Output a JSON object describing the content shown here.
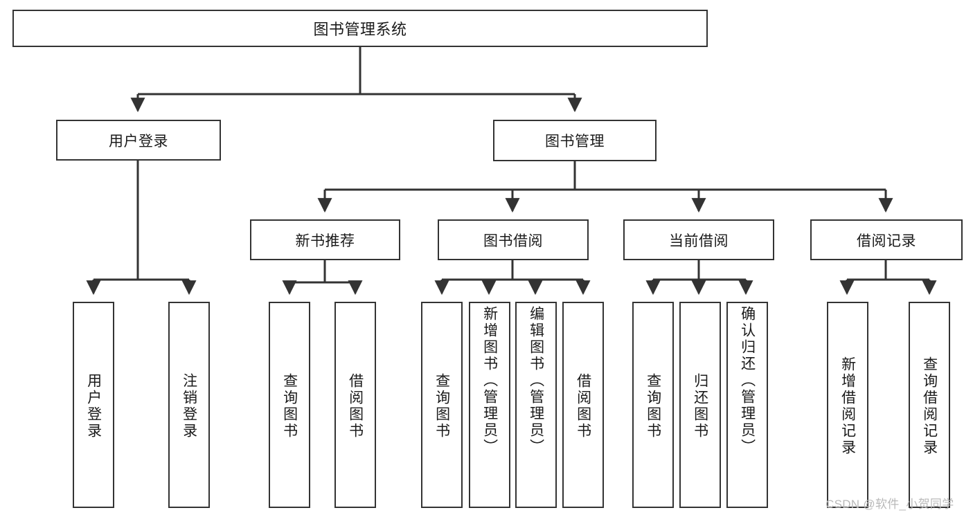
{
  "diagram": {
    "title": "图书管理系统",
    "type": "tree-hierarchy-diagram",
    "colors": {
      "background": "#ffffff",
      "box_border": "#333333",
      "box_fill": "#ffffff",
      "text": "#1a1a1a",
      "connector": "#333333",
      "watermark": "#b9b9b9"
    },
    "root": {
      "label": "图书管理系统"
    },
    "level2": [
      {
        "label": "用户登录"
      },
      {
        "label": "图书管理"
      }
    ],
    "level3": [
      {
        "label": "新书推荐"
      },
      {
        "label": "图书借阅"
      },
      {
        "label": "当前借阅"
      },
      {
        "label": "借阅记录"
      }
    ],
    "leaves": {
      "user_login": [
        {
          "label": "用户登录"
        },
        {
          "label": "注销登录"
        }
      ],
      "new_book_recommend": [
        {
          "label": "查询图书"
        },
        {
          "label": "借阅图书"
        }
      ],
      "book_borrow": [
        {
          "label": "查询图书"
        },
        {
          "label": "新增图书（管理员）"
        },
        {
          "label": "编辑图书（管理员）"
        },
        {
          "label": "借阅图书"
        }
      ],
      "current_borrow": [
        {
          "label": "查询图书"
        },
        {
          "label": "归还图书"
        },
        {
          "label": "确认归还（管理员）"
        }
      ],
      "borrow_record": [
        {
          "label": "新增借阅记录"
        },
        {
          "label": "查询借阅记录"
        }
      ]
    },
    "watermark": "CSDN @软件_小贺同学"
  }
}
